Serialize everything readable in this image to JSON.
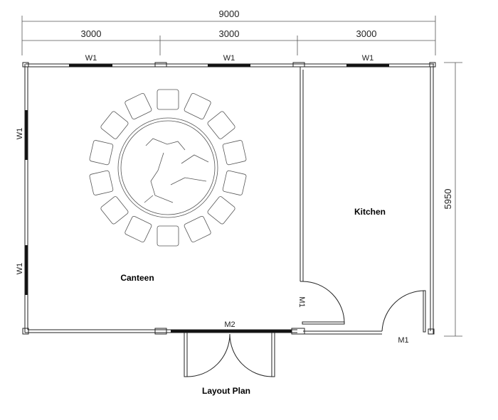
{
  "dimensions": {
    "total_width": "9000",
    "segments": [
      "3000",
      "3000",
      "3000"
    ],
    "height": "5950"
  },
  "windows": {
    "top": [
      "W1",
      "W1",
      "W1"
    ],
    "left": [
      "W1",
      "W1"
    ]
  },
  "doors": {
    "main": "M2",
    "inner": "M1",
    "kitchen": "M1"
  },
  "rooms": {
    "canteen": "Canteen",
    "kitchen": "Kitchen"
  },
  "title": "Layout Plan"
}
